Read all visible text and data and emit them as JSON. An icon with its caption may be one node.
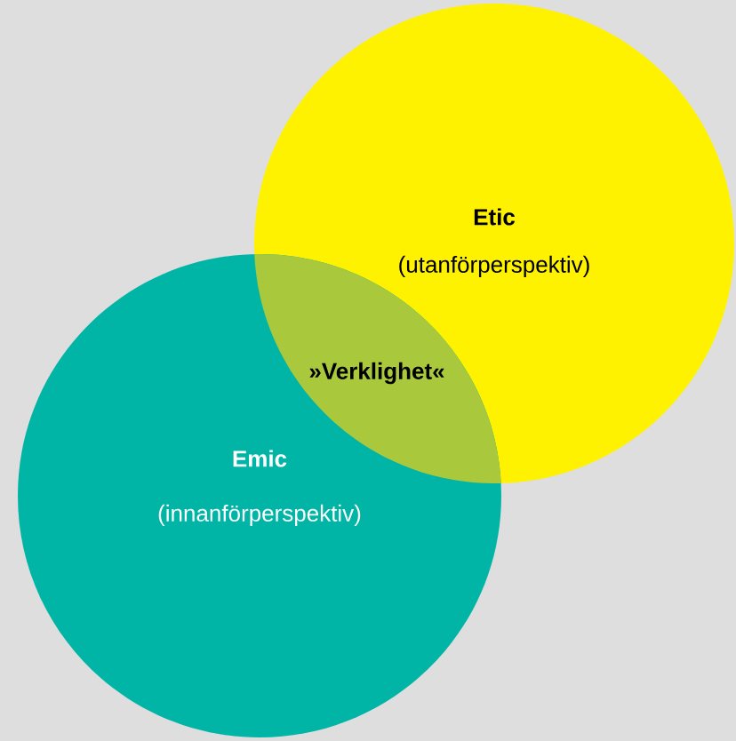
{
  "diagram": {
    "nodes": [
      {
        "text": [
          "Etic",
          "(utanförperspektiv)"
        ]
      },
      {
        "text": [
          "Emic",
          "(innanförperspektiv)"
        ]
      },
      {
        "text": [
          "»Verklighet«"
        ]
      }
    ]
  }
}
